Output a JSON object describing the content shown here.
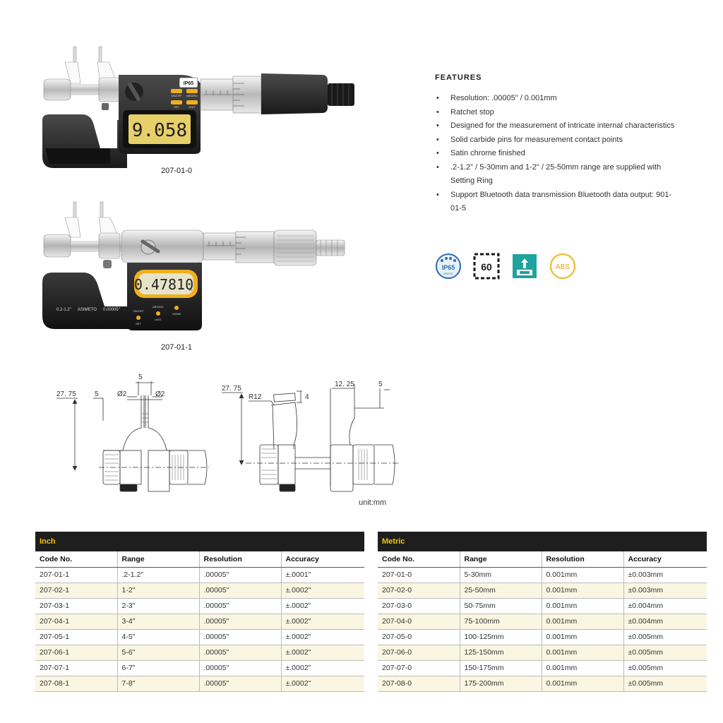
{
  "products": [
    {
      "code": "207-01-0",
      "display": "9.058",
      "ip_label": "IP65",
      "btn1": "ON/OFF",
      "btn2": "ABS/INC",
      "btn3": "SET",
      "btn4": "UNIT"
    },
    {
      "code": "207-01-1",
      "display": "0.47810",
      "unit_suffix": "in",
      "range_label": "0.2-1.2\"",
      "brand": "ASIMETO",
      "res_label": "0.00005\"",
      "btn1": "ON/OFF",
      "btn2": "ABS/INC",
      "btn3": "IN/MM",
      "btn4": "SET",
      "btn5": "UNIT"
    }
  ],
  "features": {
    "heading": "FEATURES",
    "items": [
      "Resolution: .00005\" / 0.001mm",
      "Ratchet stop",
      "Designed for the measurement of intricate internal characteristics",
      "Solid carbide pins for measurement contact points",
      "Satin chrome finished",
      ".2-1.2\" / 5-30mm and 1-2\" / 25-50mm range are supplied with Setting Ring",
      "Support Bluetooth data transmission Bluetooth data output: 901-01-5"
    ]
  },
  "badges": {
    "ip_text": "IP65",
    "ip_sub": "RATED",
    "sixty_text": "60",
    "abs_text": "ABS",
    "colors": {
      "ip": "#2b6cb0",
      "ip_light": "#e8f1fb",
      "sixty": "#1a1a1a",
      "teal": "#20a39e",
      "abs": "#f0c043"
    }
  },
  "drawing": {
    "left": {
      "dim_a": "27. 75",
      "dim_b": "5",
      "dim_c": "5",
      "dia1": "Ø2",
      "dia2": "Ø2"
    },
    "right": {
      "dim_a": "27. 75",
      "r_label": "R12",
      "dim_b": "4",
      "dim_c": "12. 25",
      "dim_d": "5"
    },
    "unit": "unit:mm"
  },
  "inch_table": {
    "title": "Inch",
    "columns": [
      "Code No.",
      "Range",
      "Resolution",
      "Accuracy"
    ],
    "rows": [
      [
        "207-01-1",
        ".2-1.2\"",
        ".00005\"",
        "±.0001\""
      ],
      [
        "207-02-1",
        "1-2\"",
        ".00005\"",
        "±.0002\""
      ],
      [
        "207-03-1",
        "2-3\"",
        ".00005\"",
        "±.0002\""
      ],
      [
        "207-04-1",
        "3-4\"",
        ".00005\"",
        "±.0002\""
      ],
      [
        "207-05-1",
        "4-5\"",
        ".00005\"",
        "±.0002\""
      ],
      [
        "207-06-1",
        "5-6\"",
        ".00005\"",
        "±.0002\""
      ],
      [
        "207-07-1",
        "6-7\"",
        ".00005\"",
        "±.0002\""
      ],
      [
        "207-08-1",
        "7-8\"",
        ".00005\"",
        "±.0002\""
      ]
    ]
  },
  "metric_table": {
    "title": "Metric",
    "columns": [
      "Code No.",
      "Range",
      "Resolution",
      "Accuracy"
    ],
    "rows": [
      [
        "207-01-0",
        "5-30mm",
        "0.001mm",
        "±0.003mm"
      ],
      [
        "207-02-0",
        "25-50mm",
        "0.001mm",
        "±0.003mm"
      ],
      [
        "207-03-0",
        "50-75mm",
        "0.001mm",
        "±0.004mm"
      ],
      [
        "207-04-0",
        "75-100mm",
        "0.001mm",
        "±0.004mm"
      ],
      [
        "207-05-0",
        "100-125mm",
        "0.001mm",
        "±0.005mm"
      ],
      [
        "207-06-0",
        "125-150mm",
        "0.001mm",
        "±0.005mm"
      ],
      [
        "207-07-0",
        "150-175mm",
        "0.001mm",
        "±0.005mm"
      ],
      [
        "207-08-0",
        "175-200mm",
        "0.001mm",
        "±0.005mm"
      ]
    ]
  }
}
